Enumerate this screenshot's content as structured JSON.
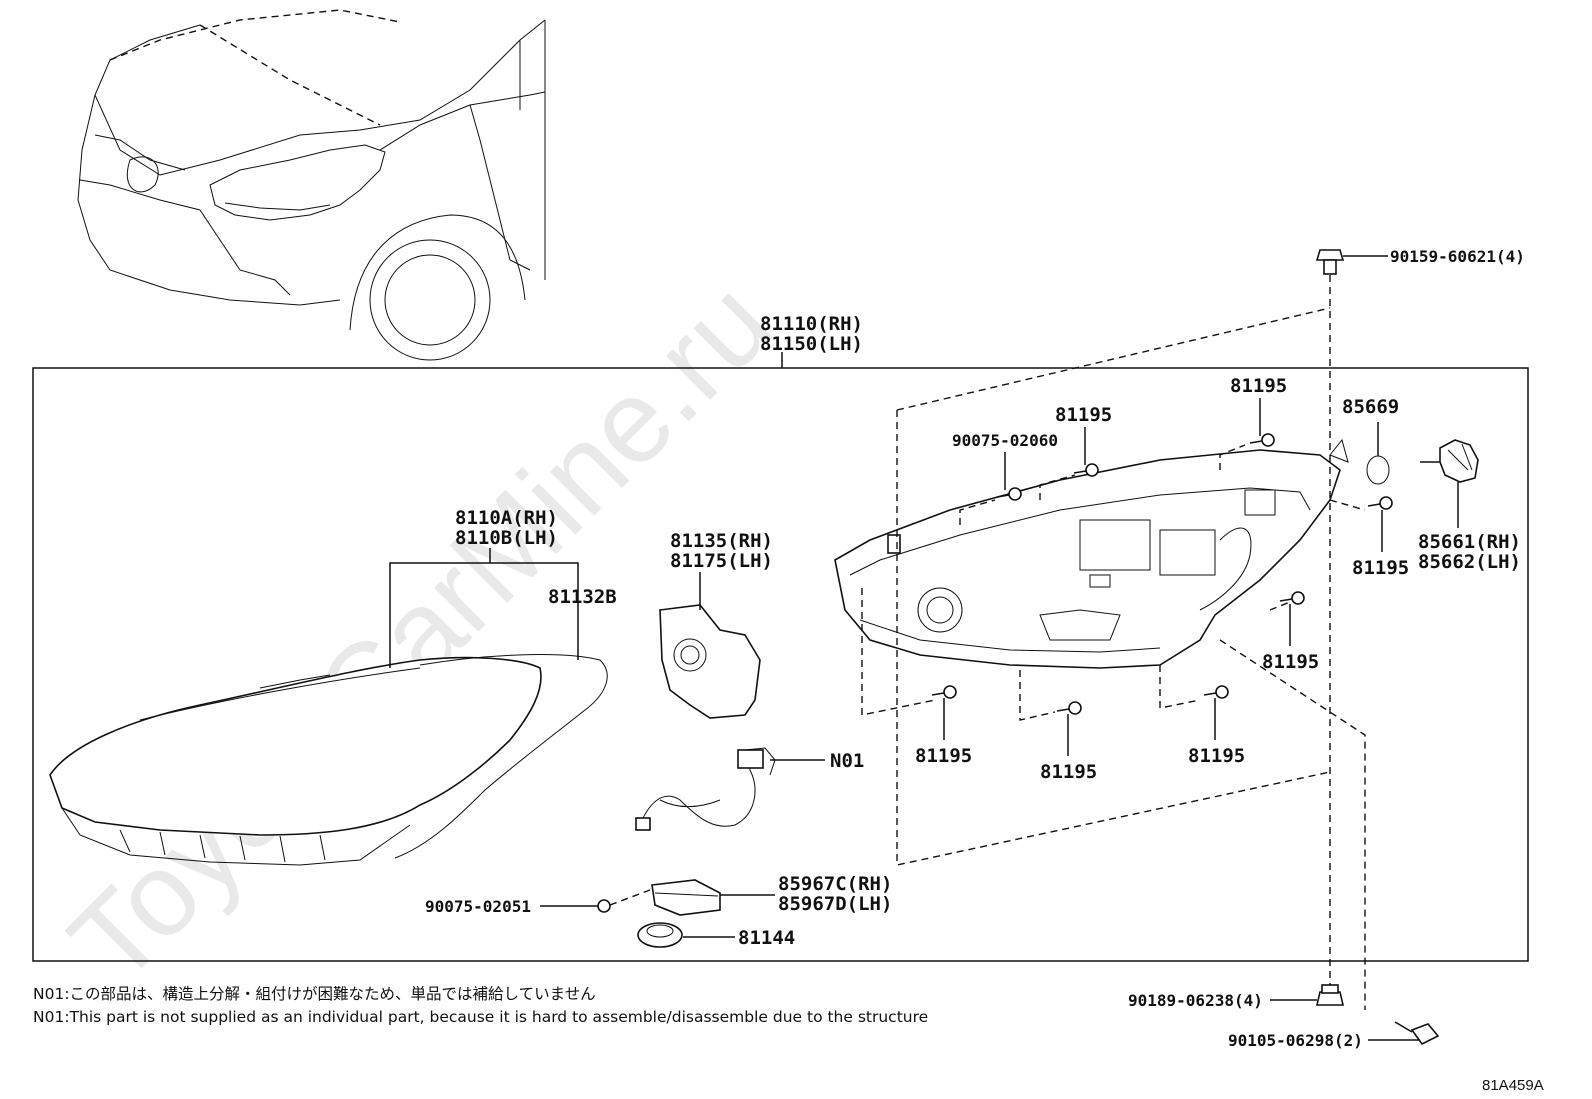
{
  "watermark": "ToyotaCarMine.ru",
  "assembly_label": {
    "rh": "81110(RH)",
    "lh": "81150(LH)"
  },
  "parts": {
    "lens_rh": "8110A(RH)",
    "lens_lh": "8110B(LH)",
    "gasket": "81132B",
    "bracket_rh": "81135(RH)",
    "bracket_lh": "81175(LH)",
    "n01": "N01",
    "screw_left": "90075-02051",
    "ecu_rh": "85967C(RH)",
    "ecu_lh": "85967D(LH)",
    "cap": "81144",
    "screw_top": "90075-02060",
    "screw_81195": "81195",
    "oring": "85669",
    "socket_rh": "85661(RH)",
    "socket_lh": "85662(LH)",
    "bolt_top": "90159-60621(4)",
    "nut_bottom": "90189-06238(4)",
    "bolt_bottom": "90105-06298(2)"
  },
  "notes": {
    "jp": "N01:この部品は、構造上分解・組付けが困難なため、単品では補給していません",
    "en": "N01:This part is not supplied as an individual part, because it is hard to assemble/disassemble due to the structure"
  },
  "diagram_code": "81A459A",
  "icons": [
    "car-front-illustration",
    "headlamp-lens",
    "headlamp-housing",
    "gasket",
    "bracket",
    "wire-harness",
    "ecu-module",
    "cap",
    "screw",
    "bolt",
    "o-ring",
    "bulb-socket",
    "nut"
  ]
}
